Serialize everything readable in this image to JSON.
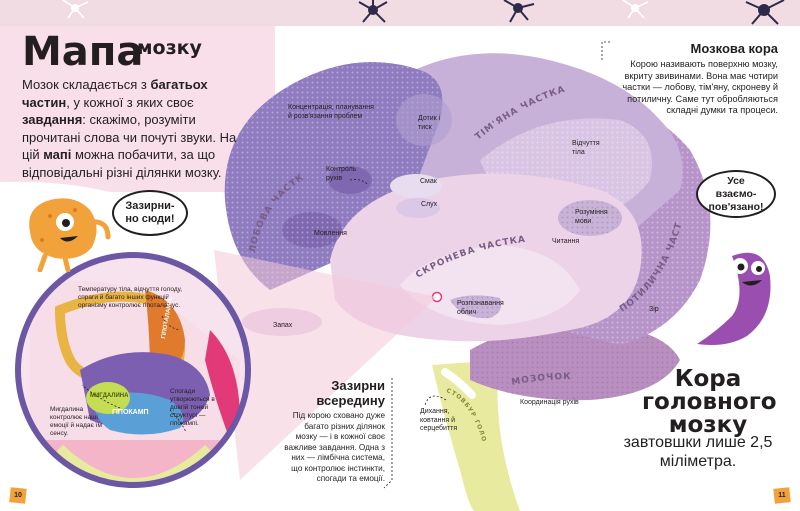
{
  "title": {
    "main": "Мапа",
    "sub": "мозку"
  },
  "intro": {
    "parts": [
      {
        "text": "Мозок складається з ",
        "bold": false
      },
      {
        "text": "багатьох частин",
        "bold": true
      },
      {
        "text": ", у кожної з яких своє ",
        "bold": false
      },
      {
        "text": "завдання",
        "bold": true
      },
      {
        "text": ": скажімо, розуміти прочитані слова чи почуті звуки. На цій ",
        "bold": false
      },
      {
        "text": "мапі",
        "bold": true
      },
      {
        "text": " можна побачити, за що відповідальні різні ділянки мозку.",
        "bold": false
      }
    ]
  },
  "bubbles": {
    "look_here": "Зазирни-но сюди!",
    "all_connected": "Усе взаємо-пов'язано!"
  },
  "lobes": {
    "frontal": "ЛОБОВА ЧАСТКА",
    "parietal": "ТІМ'ЯНА ЧАСТКА",
    "temporal": "СКРОНЕВА ЧАСТКА",
    "occipital": "ПОТИЛИЧНА ЧАСТКА",
    "cerebellum": "МОЗОЧОК",
    "brainstem": "СТОВБУР ГОЛОВНОГО МОЗКУ"
  },
  "areas": {
    "concentration": "Концентрація, планування й розв'язання проблем",
    "movement_control": "Контроль рухів",
    "speech": "Мовлення",
    "touch": "Дотик і тиск",
    "body_sensation": "Відчуття тіла",
    "taste": "Смак",
    "hearing": "Слух",
    "speech_understanding": "Розуміння мови",
    "reading": "Читання",
    "face_recognition": "Розпізнавання облич",
    "vision": "Зір",
    "smell": "Запах",
    "coordination": "Координація рухів",
    "breathing": "Дихання, ковтання й серцебиття"
  },
  "limbic": {
    "hypothalamus": "ГІПОТАЛАМУС",
    "hippocampus": "ГІПОКАМП",
    "amygdala": "МИГДАЛИНА",
    "hypothalamus_text": "Температуру тіла, відчуття голоду, спраги й багато інших функцій організму контролює гіпоталамус.",
    "amygdala_text": "Мигдалина контролює наші емоції й надає їм сенсу.",
    "hippocampus_text": "Спогади утворюються в довгій тонкій структурі — гіпокампі."
  },
  "cortex": {
    "title": "Мозкова кора",
    "body": "Корою називають поверхню мозку, вкриту звивинами. Вона має чотири частки — лобову, тім'яну, скроневу й потиличну. Саме тут обробляються складні думки та процеси."
  },
  "inside": {
    "title": "Зазирни всередину",
    "body": "Під корою сховано дуже багато різних ділянок мозку — і в кожної своє важливе завдання. Одна з них — лімбічна система, що контролює інстинкти, спогади та емоції."
  },
  "thickness": {
    "big": "Кора головного мозку",
    "small": "завтовшки лише 2,5 міліметра."
  },
  "page_numbers": {
    "left": "10",
    "right": "11"
  },
  "icons": [
    "neuron-icon",
    "orange-monster-icon",
    "purple-worm-icon"
  ],
  "colors": {
    "frontal": "#8f7bbf",
    "parietal": "#c8b1d9",
    "temporal": "#ecd3e8",
    "occipital": "#b694c9",
    "cerebellum": "#b98fbf",
    "brainstem": "#e8ea9f",
    "title_panel": "#f9dfe9",
    "accent_pink": "#e23a79",
    "magnifier_ring": "#6c57a5"
  }
}
